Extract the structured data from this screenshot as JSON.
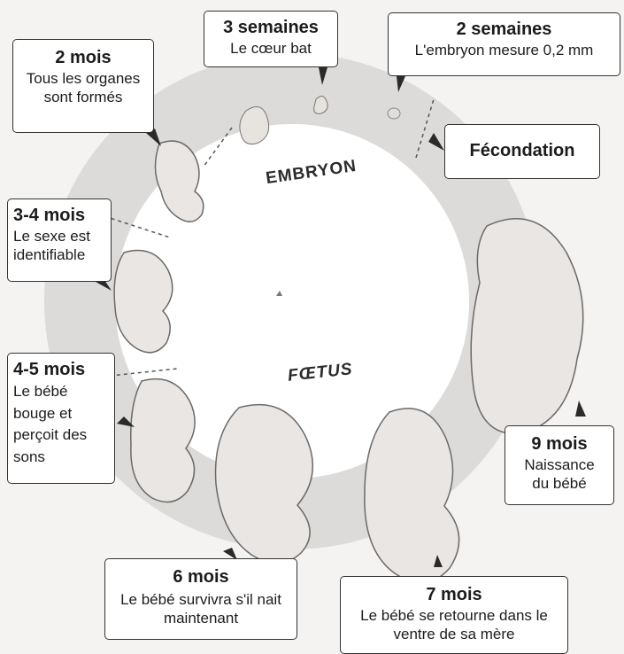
{
  "colors": {
    "ring": "#dcdbd9",
    "embryo_band": "#e9e8e6",
    "fetus": "#d6d5d3",
    "outline": "#333333"
  },
  "stages": {
    "embryo": "EMBRYON",
    "fetus": "FŒTUS"
  },
  "milestones": [
    {
      "id": "2-semaines",
      "title": "2 semaines",
      "desc": "L'embryon mesure 0,2 mm"
    },
    {
      "id": "3-semaines",
      "title": "3 semaines",
      "desc": "Le cœur bat"
    },
    {
      "id": "2-mois",
      "title": "2 mois",
      "desc": "Tous les organes sont formés"
    },
    {
      "id": "3-4-mois",
      "title": "3-4 mois",
      "desc": "Le sexe est identifiable"
    },
    {
      "id": "4-5-mois",
      "title": "4-5 mois",
      "desc": "Le bébé bouge et perçoit des sons"
    },
    {
      "id": "6-mois",
      "title": "6 mois",
      "desc": "Le bébé survivra s'il nait maintenant"
    },
    {
      "id": "7-mois",
      "title": "7 mois",
      "desc": "Le bébé se retourne dans le ventre de sa mère"
    },
    {
      "id": "9-mois",
      "title": "9 mois",
      "desc": "Naissance du bébé"
    }
  ],
  "fecondation": "Fécondation"
}
